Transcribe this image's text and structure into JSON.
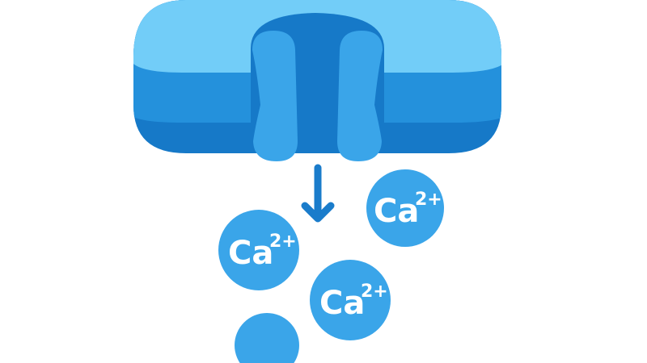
{
  "colors": {
    "membrane_top": "#72CDF8",
    "membrane_middle": "#2491DC",
    "membrane_bottom": "#1679C8",
    "pore": "#1679C8",
    "subunit": "#3AA5E9",
    "ion": "#3AA5E9",
    "arrow": "#1A7CCB"
  },
  "ions": [
    {
      "symbol": "Ca",
      "charge": "2+"
    },
    {
      "symbol": "Ca",
      "charge": "2+"
    },
    {
      "symbol": "Ca",
      "charge": "2+"
    },
    {
      "symbol": "",
      "charge": ""
    }
  ]
}
